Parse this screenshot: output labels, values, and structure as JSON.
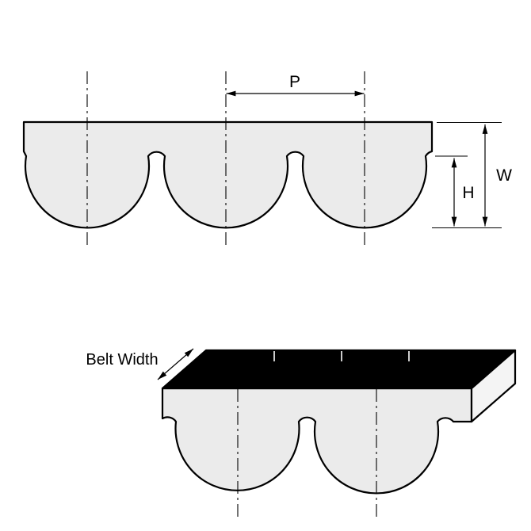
{
  "diagram": {
    "labels": {
      "pitch": "P",
      "belt_thickness": "W",
      "tooth_height": "H",
      "belt_width": "Belt Width"
    },
    "colors": {
      "line": "#000000",
      "belt_fill": "#ebebeb",
      "top_face": "#000000",
      "side_face": "#f4f4f4",
      "tick": "#ffffff",
      "background": "#ffffff"
    }
  }
}
